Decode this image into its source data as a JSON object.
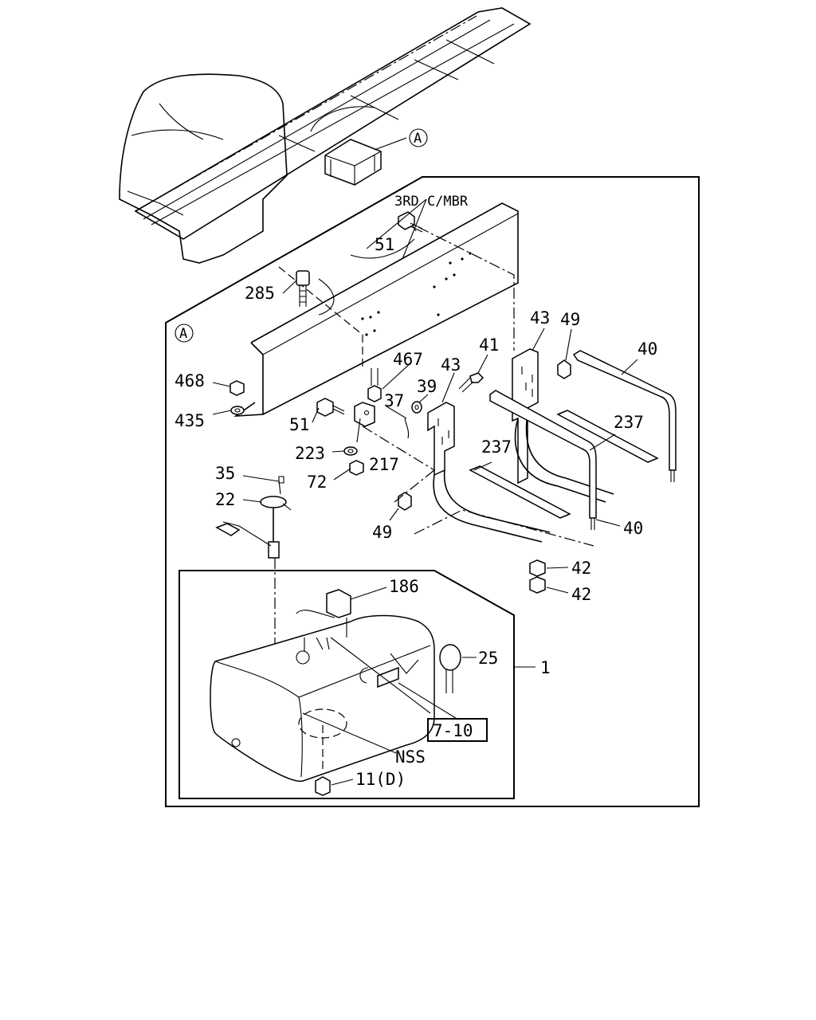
{
  "figure": {
    "callout_ref": "A",
    "member_label": "3RD C/MBR",
    "assembly_number": "1",
    "ref_box": "7-10",
    "nss_label": "NSS"
  },
  "parts": [
    {
      "id": "p51a",
      "label": "51"
    },
    {
      "id": "p285",
      "label": "285"
    },
    {
      "id": "p43a",
      "label": "43"
    },
    {
      "id": "p49a",
      "label": "49"
    },
    {
      "id": "p40a",
      "label": "40"
    },
    {
      "id": "p467",
      "label": "467"
    },
    {
      "id": "p41",
      "label": "41"
    },
    {
      "id": "p43b",
      "label": "43"
    },
    {
      "id": "p468",
      "label": "468"
    },
    {
      "id": "p39",
      "label": "39"
    },
    {
      "id": "p37",
      "label": "37"
    },
    {
      "id": "p237a",
      "label": "237"
    },
    {
      "id": "p435",
      "label": "435"
    },
    {
      "id": "p51b",
      "label": "51"
    },
    {
      "id": "p237b",
      "label": "237"
    },
    {
      "id": "p223",
      "label": "223"
    },
    {
      "id": "p217",
      "label": "217"
    },
    {
      "id": "p35",
      "label": "35"
    },
    {
      "id": "p72",
      "label": "72"
    },
    {
      "id": "p22",
      "label": "22"
    },
    {
      "id": "p49b",
      "label": "49"
    },
    {
      "id": "p40b",
      "label": "40"
    },
    {
      "id": "p42a",
      "label": "42"
    },
    {
      "id": "p42b",
      "label": "42"
    },
    {
      "id": "p186",
      "label": "186"
    },
    {
      "id": "p25",
      "label": "25"
    },
    {
      "id": "p11",
      "label": "11(D)"
    }
  ]
}
